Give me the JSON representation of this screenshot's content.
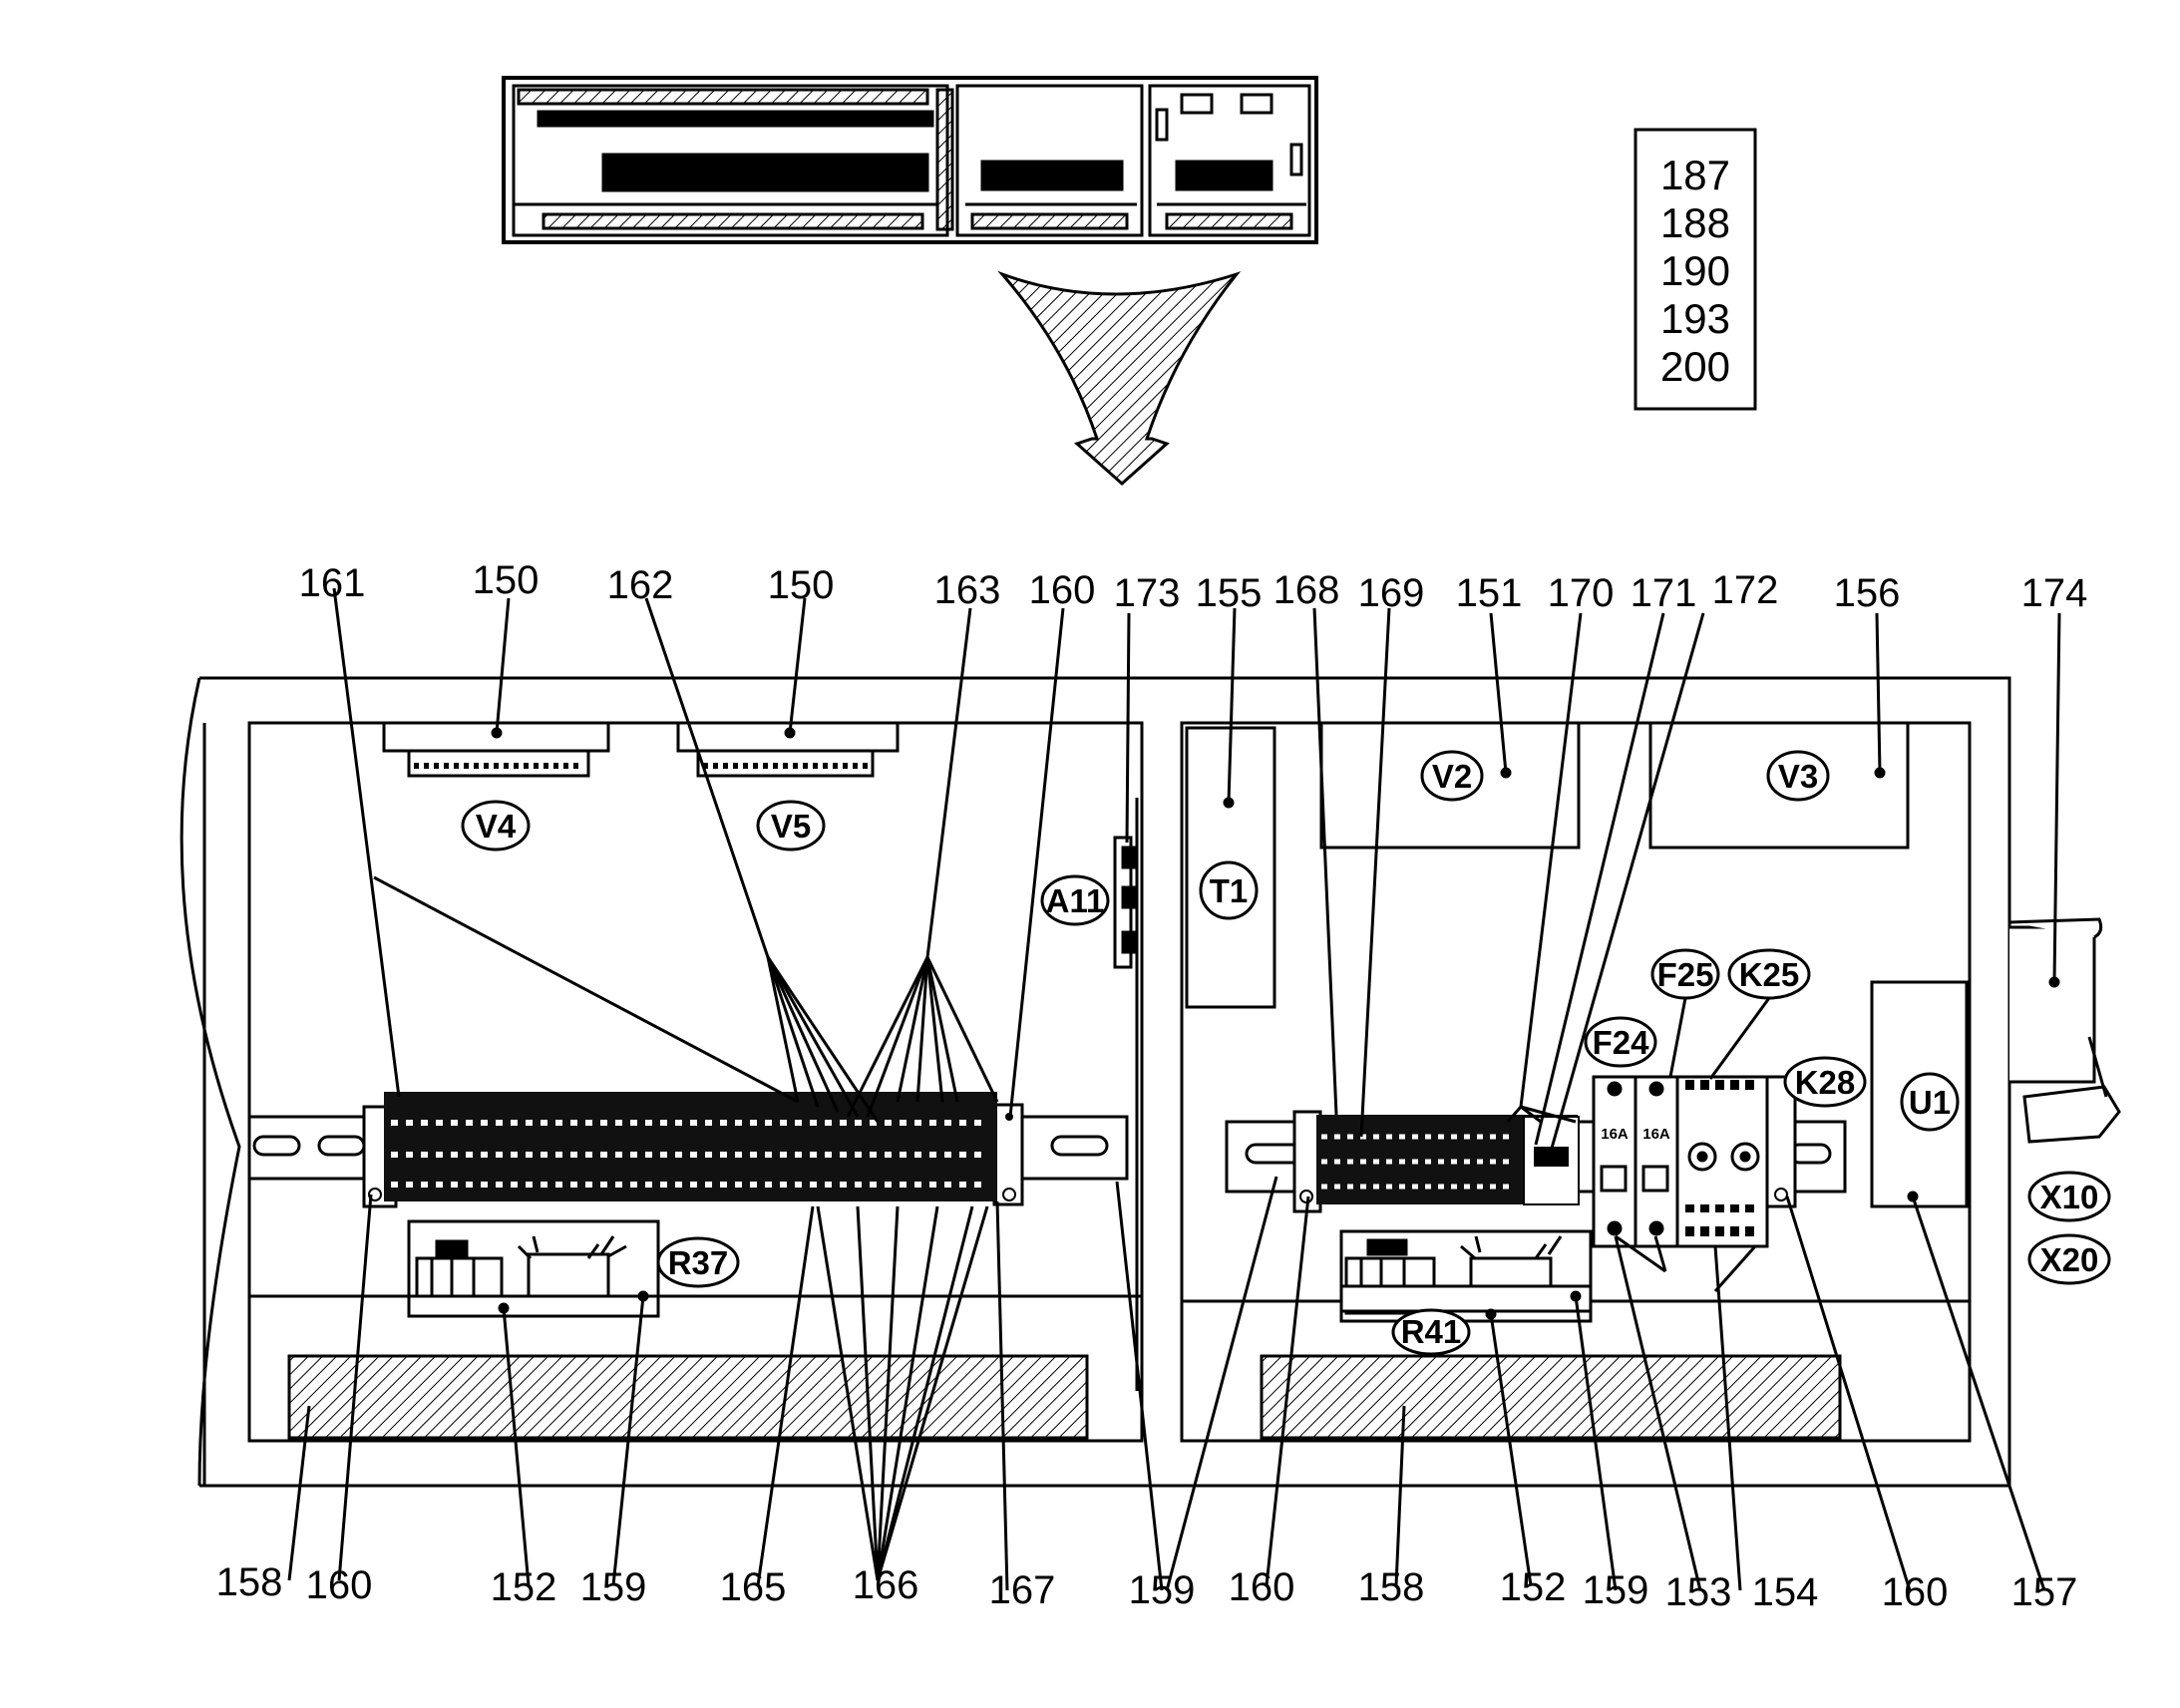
{
  "reference_box": {
    "lines": [
      "187",
      "188",
      "190",
      "193",
      "200"
    ]
  },
  "part_labels": {
    "top": [
      "161",
      "150",
      "162",
      "150",
      "163",
      "160",
      "173",
      "155",
      "168",
      "169",
      "151",
      "170",
      "171",
      "172",
      "156",
      "174"
    ],
    "bottom": [
      "158",
      "160",
      "152",
      "159",
      "165",
      "166",
      "167",
      "159",
      "160",
      "158",
      "152",
      "159",
      "153",
      "154",
      "160",
      "157"
    ]
  },
  "component_tags": [
    "V4",
    "V5",
    "A11",
    "V2",
    "V3",
    "T1",
    "F25",
    "K25",
    "F24",
    "K28",
    "U1",
    "X10",
    "X20",
    "R37",
    "R41"
  ],
  "fuse_ratings": [
    "16A",
    "16A"
  ],
  "colors": {
    "line": "#000000",
    "background": "#ffffff"
  }
}
